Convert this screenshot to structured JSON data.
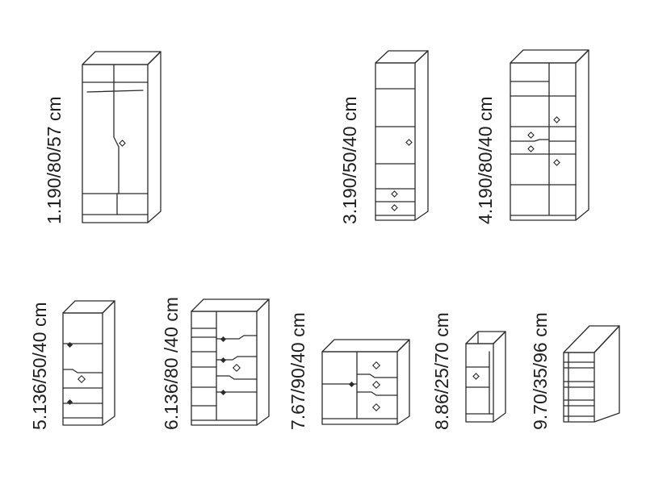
{
  "items": [
    {
      "label": "1.190/80/57 cm"
    },
    {
      "label": "3.190/50/40 cm"
    },
    {
      "label": "4.190/80/40 cm"
    },
    {
      "label": "5.136/50/40 cm"
    },
    {
      "label": "6.136/80 /40 cm"
    },
    {
      "label": "7.67/90/40 cm"
    },
    {
      "label": "8.86/25/70 cm"
    },
    {
      "label": "9.70/35/96 cm"
    }
  ],
  "colors": {
    "line": "#2b2b2b",
    "text": "#1e1e1e",
    "background": "#ffffff"
  }
}
